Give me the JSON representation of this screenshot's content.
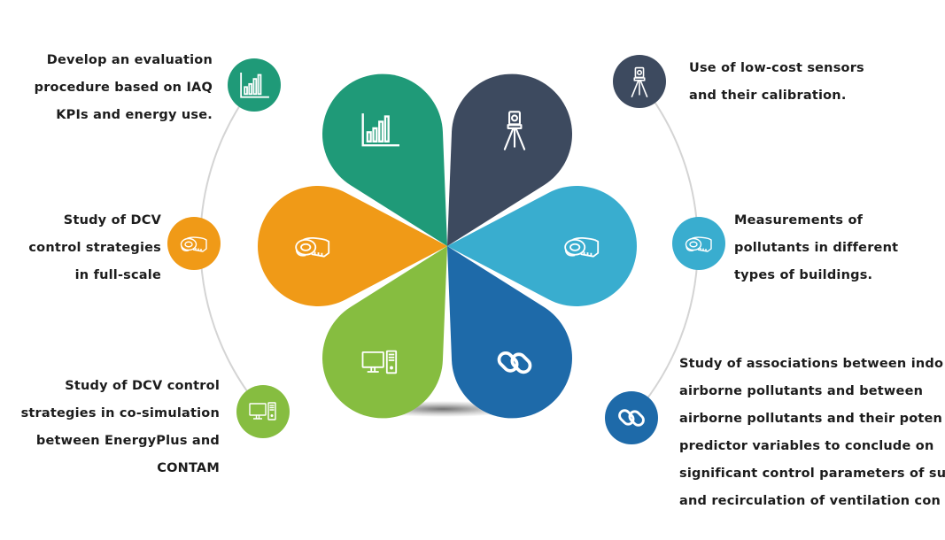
{
  "colors": {
    "teal_green": "#1f9a78",
    "slate": "#3d4a5f",
    "sky": "#39adcf",
    "ocean": "#1e6aa9",
    "lime": "#86bd40",
    "orange": "#f09a17",
    "connector": "#d4d4d4"
  },
  "petals": [
    {
      "name": "chart",
      "icon": "bar-chart-icon",
      "color": "#1f9a78"
    },
    {
      "name": "sensor",
      "icon": "tripod-sensor-icon",
      "color": "#3d4a5f"
    },
    {
      "name": "measure-right",
      "icon": "measuring-tape-icon",
      "color": "#39adcf"
    },
    {
      "name": "link",
      "icon": "chain-link-icon",
      "color": "#1e6aa9"
    },
    {
      "name": "computer",
      "icon": "computer-icon",
      "color": "#86bd40"
    },
    {
      "name": "measure-left",
      "icon": "measuring-tape-icon",
      "color": "#f09a17"
    }
  ],
  "items": {
    "left": [
      {
        "icon": "bar-chart-icon",
        "color": "#1f9a78",
        "lines": [
          "Develop an evaluation",
          "procedure based on IAQ",
          "KPIs and energy use."
        ]
      },
      {
        "icon": "measuring-tape-icon",
        "color": "#f09a17",
        "lines": [
          "Study of DCV",
          "control strategies",
          "in full-scale"
        ]
      },
      {
        "icon": "computer-icon",
        "color": "#86bd40",
        "lines": [
          "Study of DCV control",
          "strategies in co-simulation",
          "between EnergyPlus and",
          "CONTAM"
        ]
      }
    ],
    "right": [
      {
        "icon": "tripod-sensor-icon",
        "color": "#3d4a5f",
        "lines": [
          "Use of low-cost sensors",
          "and their calibration."
        ]
      },
      {
        "icon": "measuring-tape-icon",
        "color": "#39adcf",
        "lines": [
          "Measurements of",
          "pollutants in different",
          "types of buildings."
        ]
      },
      {
        "icon": "chain-link-icon",
        "color": "#1e6aa9",
        "lines": [
          "Study of associations between indo",
          "airborne pollutants and between",
          "airborne pollutants and their poten",
          "predictor variables to conclude on",
          "significant control parameters of su",
          "and recirculation of ventilation con"
        ]
      }
    ]
  }
}
